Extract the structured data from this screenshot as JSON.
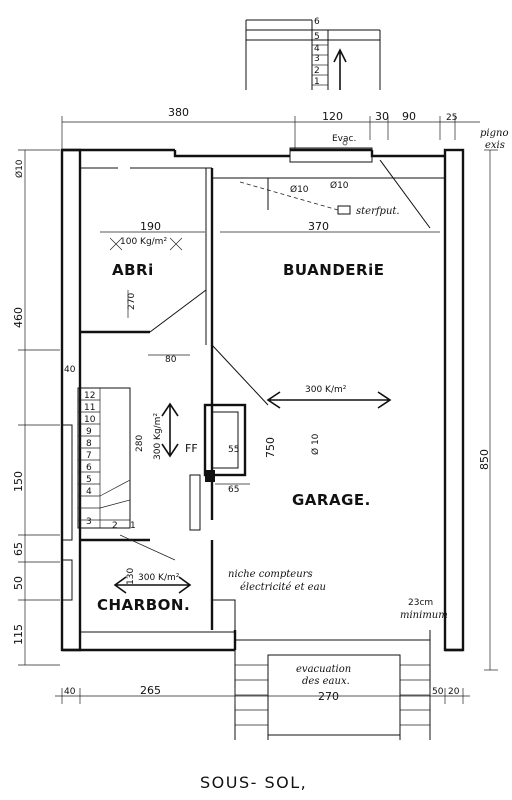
{
  "rooms": {
    "abri": "ABRi",
    "buanderie": "BUANDERiE",
    "garage": "GARAGE.",
    "charbon": "CHARBON."
  },
  "dimensions": {
    "top_left_380": "380",
    "top_120": "120",
    "top_30": "30",
    "top_90": "90",
    "top_25": "25",
    "left_phi10": "Ø10",
    "left_460": "460",
    "left_40": "40",
    "left_150": "150",
    "left_65": "65",
    "left_50": "50",
    "left_115": "115",
    "right_850": "850",
    "abri_190": "190",
    "abri_270": "270",
    "stair_80": "80",
    "buanderie_370": "370",
    "stair_280": "280",
    "garage_750": "750",
    "garage_010": "Ø 10",
    "ff": "FF",
    "chimney_55": "55",
    "chimney_65": "65",
    "charbon_130": "130",
    "bottom_40": "40",
    "bottom_265": "265",
    "bottom_270": "270",
    "bottom_50": "50",
    "bottom_20": "20",
    "evac_top": "Evac.",
    "phi10_small": "Ø10",
    "phi10_top": "Ø10",
    "min_23": "23cm"
  },
  "loads": {
    "abri": "100 Kg/m²",
    "stair": "300 Kg/m²",
    "garage": "300 K/m²",
    "charbon": "300 K/m²"
  },
  "annotations": {
    "sterfput": "sterfput.",
    "niche_line1": "niche compteurs",
    "niche_line2": "électricité et eau",
    "minimum": "minimum",
    "evac_line1": "evacuation",
    "evac_line2": "des eaux.",
    "pignon_1": "pigno",
    "pignon_2": "exis"
  },
  "steps_top": [
    "6",
    "5",
    "4",
    "3",
    "2",
    "1"
  ],
  "steps_main": [
    "12",
    "11",
    "10",
    "9",
    "8",
    "7",
    "6",
    "5",
    "4",
    "3",
    "2",
    "1"
  ],
  "title": "SOUS- SOL,"
}
